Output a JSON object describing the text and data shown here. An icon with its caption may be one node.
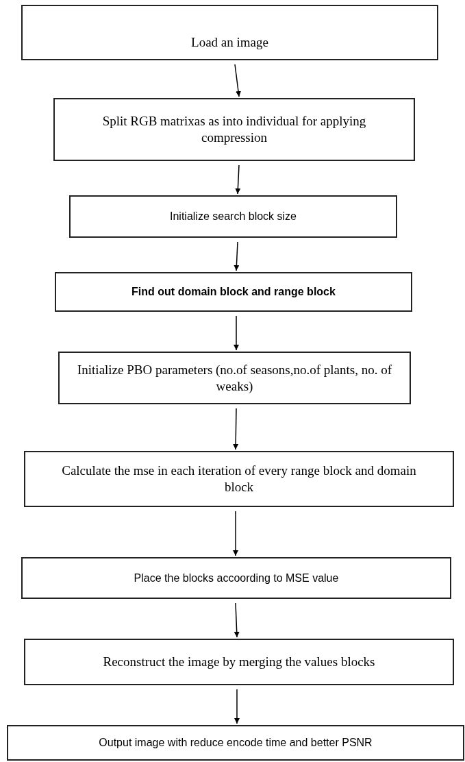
{
  "diagram": {
    "nodes": [
      {
        "text": [
          "Load an image"
        ]
      },
      {
        "text": [
          "Split RGB matrixas as into individual for applying compression"
        ]
      },
      {
        "text": [
          "Initialize search block size"
        ]
      },
      {
        "text": [
          "Find out domain block and range block"
        ]
      },
      {
        "text": [
          "Initialize PBO parameters (no.of seasons,no.of plants, no. of weaks)"
        ]
      },
      {
        "text": [
          "Calculate the mse in each iteration of every range block and domain block"
        ]
      },
      {
        "text": [
          "Place the blocks accoording to MSE value"
        ]
      },
      {
        "text": [
          "Reconstruct the image by merging the values blocks"
        ]
      },
      {
        "text": [
          "Output image with reduce encode time and better PSNR"
        ]
      }
    ],
    "edges": [
      {
        "from": 0,
        "to": 1,
        "arrow": "to"
      },
      {
        "from": 1,
        "to": 2,
        "arrow": "to"
      },
      {
        "from": 2,
        "to": 3,
        "arrow": "to"
      },
      {
        "from": 3,
        "to": 4,
        "arrow": "to"
      },
      {
        "from": 4,
        "to": 5,
        "arrow": "to"
      },
      {
        "from": 5,
        "to": 6,
        "arrow": "to"
      },
      {
        "from": 6,
        "to": 7,
        "arrow": "to"
      },
      {
        "from": 7,
        "to": 8,
        "arrow": "to"
      }
    ]
  }
}
